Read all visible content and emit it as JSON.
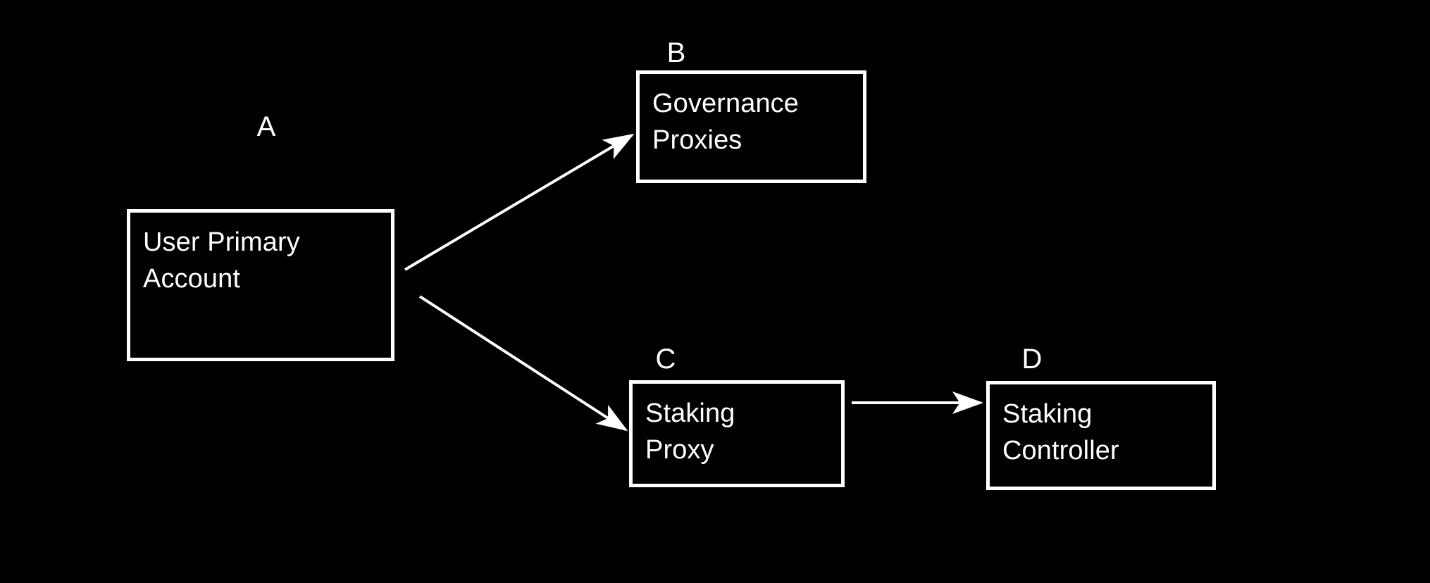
{
  "diagram": {
    "background_color": "#000000",
    "stroke_color": "#ffffff",
    "type": "flowchart",
    "nodes": [
      {
        "id": "A",
        "label": "User Primary\nAccount"
      },
      {
        "id": "B",
        "label": "Governance\nProxies"
      },
      {
        "id": "C",
        "label": "Staking\nProxy"
      },
      {
        "id": "D",
        "label": "Staking\nController"
      }
    ],
    "edges": [
      {
        "from": "A",
        "to": "B",
        "label": "",
        "arrow": "single"
      },
      {
        "from": "A",
        "to": "C",
        "label": "",
        "arrow": "single"
      },
      {
        "from": "C",
        "to": "D",
        "label": "",
        "arrow": "single"
      }
    ]
  }
}
